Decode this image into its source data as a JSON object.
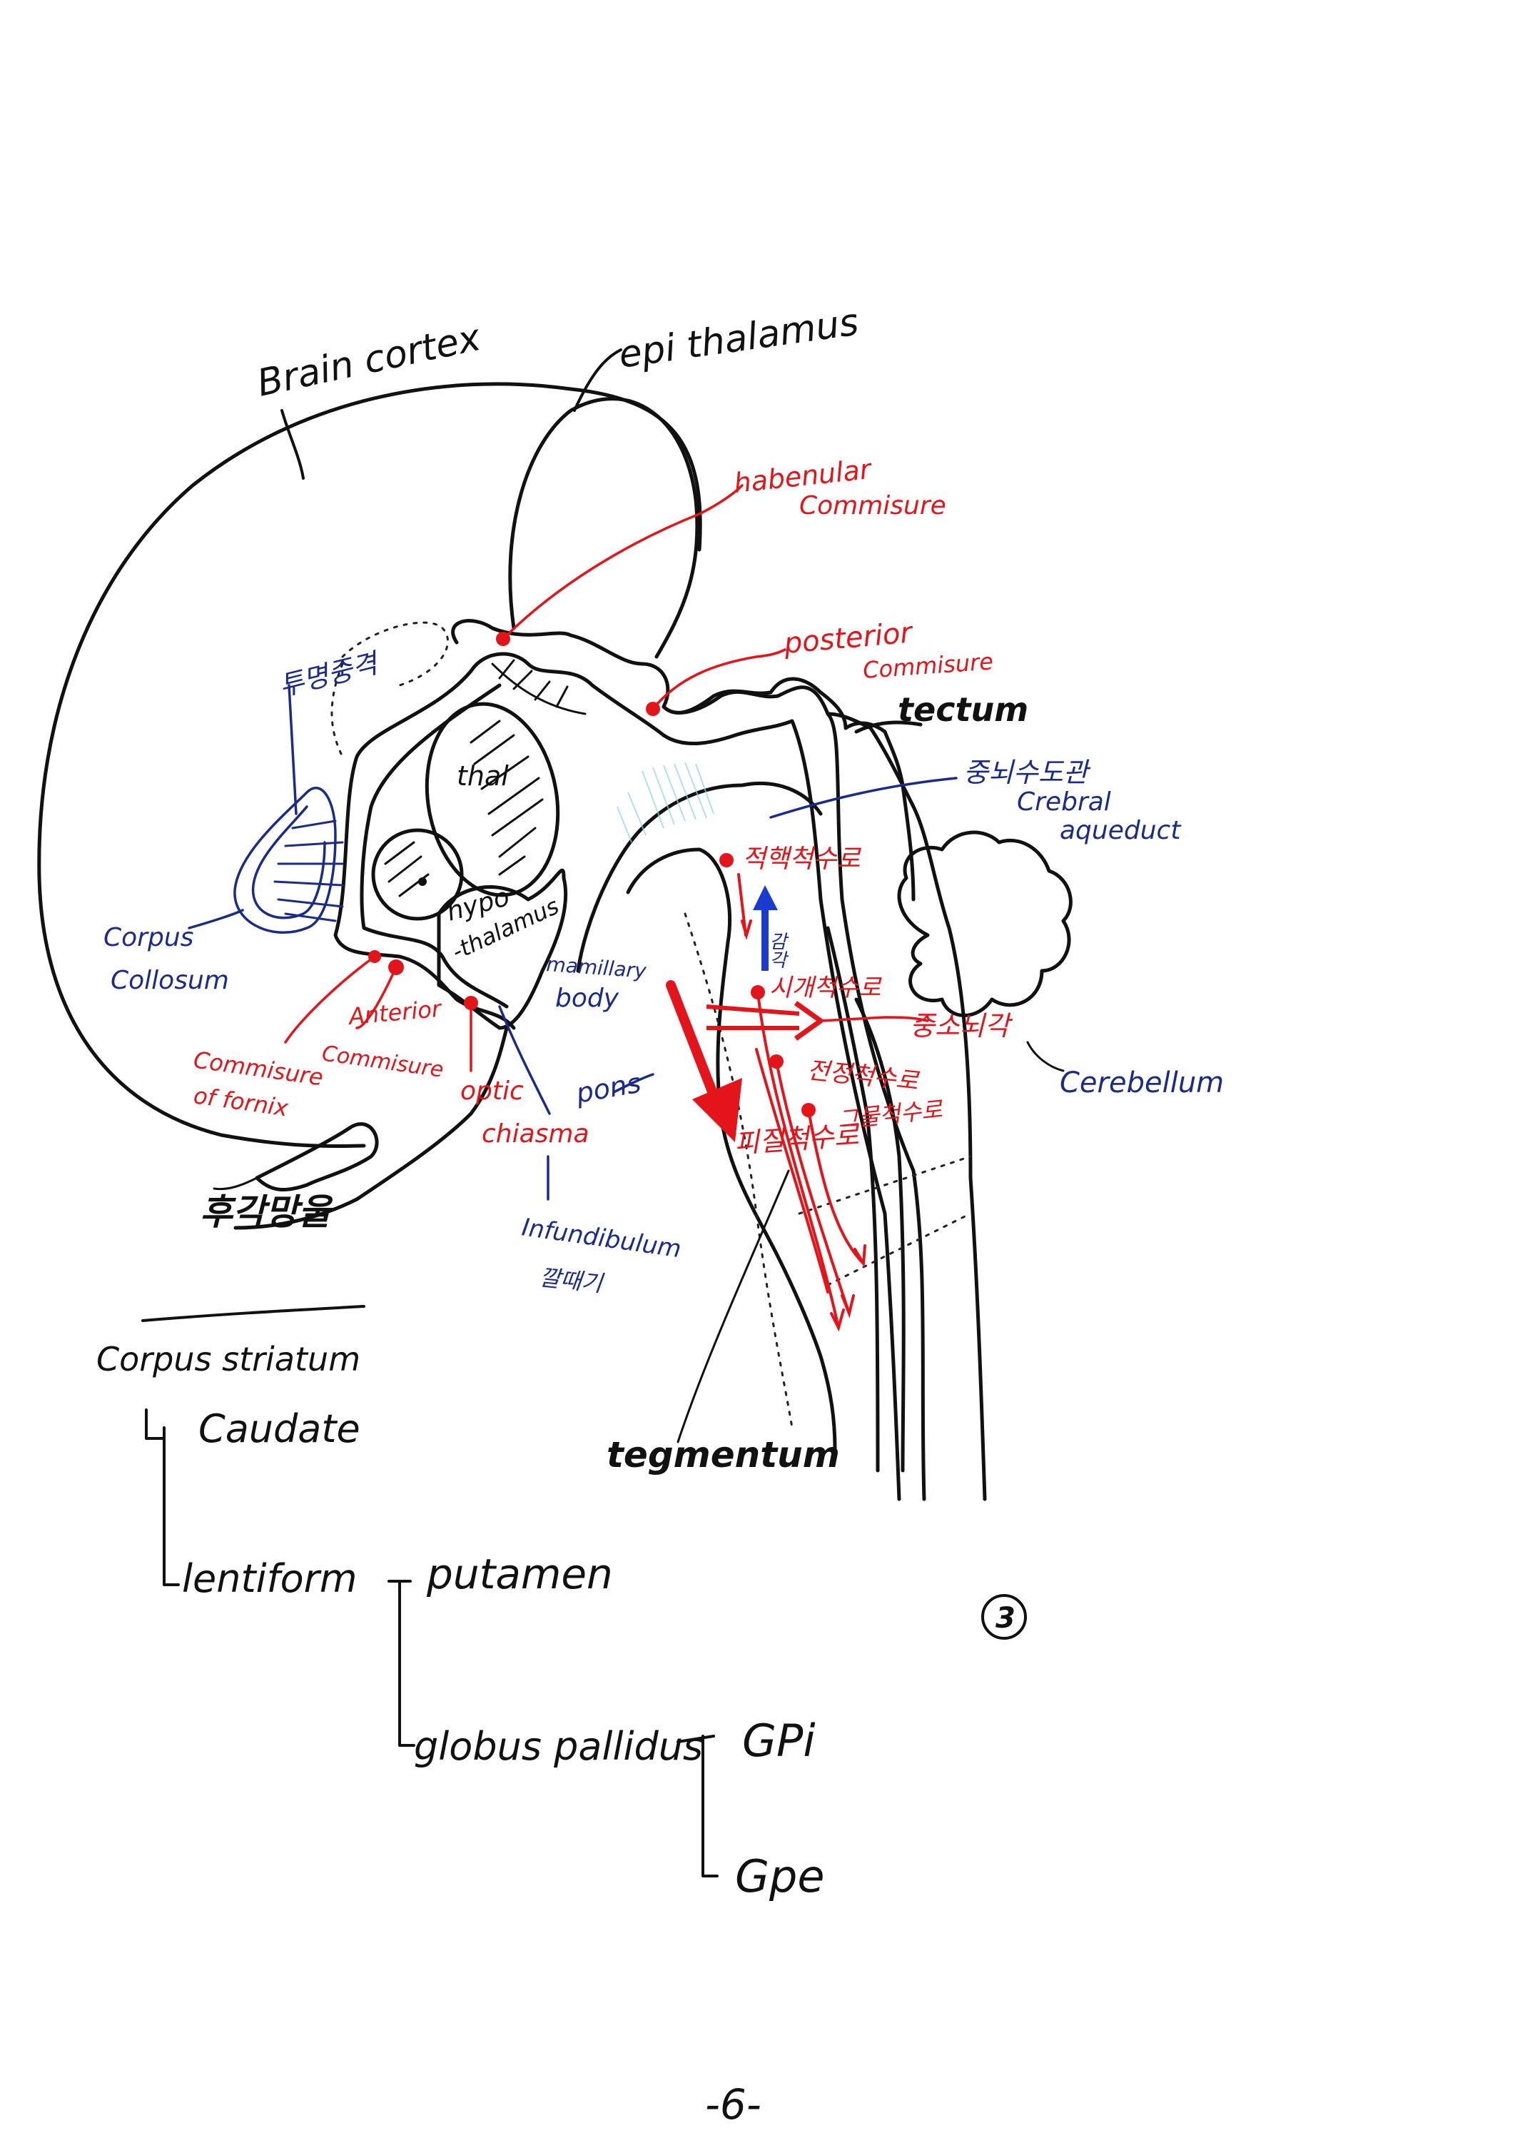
{
  "labels": {
    "brain_cortex": "Brain cortex",
    "epithalamus": "epi thalamus",
    "habenular": "habenular",
    "habenular2": "Commisure",
    "posterior": "posterior",
    "posterior2": "Commisure",
    "tectum": "tectum",
    "aqueduct_kr": "중뇌수도관",
    "aqueduct1": "Crebral",
    "aqueduct2": "aqueduct",
    "septum_kr": "투명중격",
    "thal": "thal",
    "hypo": "hypo",
    "hypo2": "-thalamus",
    "corpus_callosum1": "Corpus",
    "corpus_callosum2": "Collosum",
    "anterior": "Anterior",
    "anterior2": "Commisure",
    "fornix1": "Commisure",
    "fornix2": "of fornix",
    "optic1": "optic",
    "optic2": "chiasma",
    "mamillary1": "mamillary",
    "mamillary2": "body",
    "pons": "pons",
    "infundibulum": "Infundibulum",
    "infundibulum_kr": "깔때기",
    "olfactory_kr": "후각망울",
    "cerebellum": "Cerebellum",
    "tegmentum": "tegmentum",
    "tract1": "적핵척수로",
    "tract_sense": "감각",
    "tract2": "시개척수로",
    "tract3": "중소뇌각",
    "tract4": "전정척수로",
    "tract5": "그물척수로",
    "tract6": "피질척수로"
  },
  "tree": {
    "root": "Corpus striatum",
    "caudate": "Caudate",
    "lentiform": "lentiform",
    "putamen": "putamen",
    "globus": "globus pallidus",
    "gpi": "GPi",
    "gpe": "Gpe"
  },
  "circle_number": "3",
  "page_number": "-6-",
  "colors": {
    "ink": "#111111",
    "red": "#e3151b",
    "blue": "#1a2b8a"
  }
}
